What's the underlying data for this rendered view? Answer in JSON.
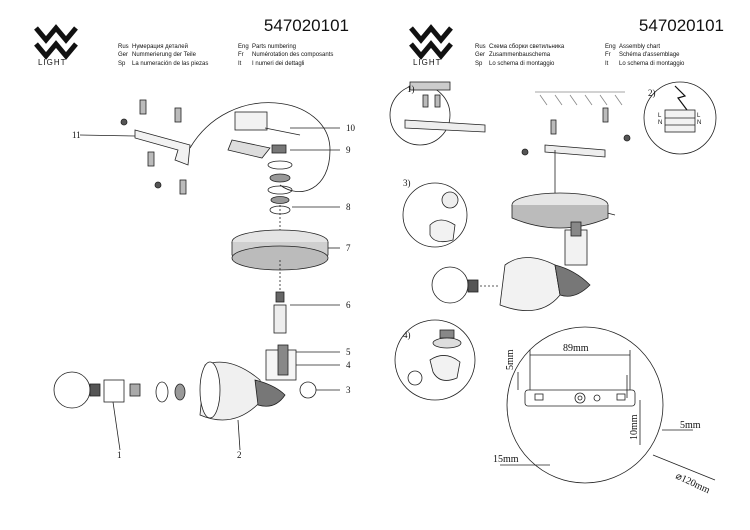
{
  "left_page": {
    "logo_text": "LIGHT",
    "product_code": "547020101",
    "languages": [
      {
        "code": "Rus",
        "text": "Нумерация деталей",
        "code2": "Eng",
        "text2": "Parts numbering"
      },
      {
        "code": "Ger",
        "text": "Nummerierung der Teile",
        "code2": "Fr",
        "text2": "Numérotation des composants"
      },
      {
        "code": "Sp",
        "text": "La numeración de las piezas",
        "code2": "It",
        "text2": "I numeri dei dettagli"
      }
    ],
    "callouts": [
      "1",
      "2",
      "3",
      "4",
      "5",
      "6",
      "7",
      "8",
      "9",
      "10",
      "11"
    ]
  },
  "right_page": {
    "logo_text": "LIGHT",
    "product_code": "547020101",
    "languages": [
      {
        "code": "Rus",
        "text": "Схема сборки светильника",
        "code2": "Eng",
        "text2": "Assembly chart"
      },
      {
        "code": "Ger",
        "text": "Zusammenbauschema",
        "code2": "Fr",
        "text2": "Schéma d'assemblage"
      },
      {
        "code": "Sp",
        "text": "Lo schema di montaggio",
        "code2": "It",
        "text2": "Lo schema di montaggio"
      }
    ],
    "steps": [
      "1)",
      "2)",
      "3)",
      "4)"
    ],
    "dimensions": {
      "width": "89mm",
      "height_a": "5mm",
      "height_b": "10mm",
      "edge": "5mm",
      "offset": "15mm",
      "diameter": "⌀120mm"
    },
    "wiring_labels": [
      "L",
      "N",
      "L",
      "N"
    ]
  },
  "colors": {
    "line": "#222222",
    "shade": "#9a9a9a",
    "hatch": "#888888"
  }
}
